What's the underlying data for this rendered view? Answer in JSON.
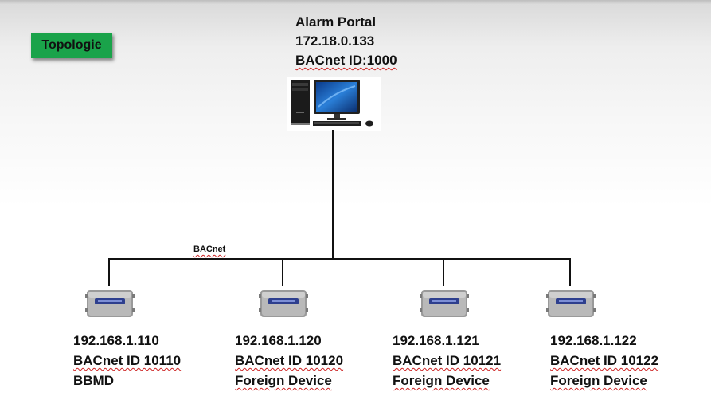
{
  "badge": {
    "label": "Topologie",
    "color": "#1aa34a"
  },
  "portal": {
    "name": "Alarm Portal",
    "ip": "172.18.0.133",
    "bacnet_id": "BACnet ID:1000",
    "icon": "desktop-computer-icon"
  },
  "bus": {
    "label": "BACnet"
  },
  "devices": [
    {
      "ip": "192.168.1.110",
      "bacnet_id": "BACnet ID  10110",
      "role": "BBMD",
      "icon": "controller-device-icon"
    },
    {
      "ip": "192.168.1.120",
      "bacnet_id": "BACnet ID  10120",
      "role": "Foreign Device",
      "icon": "controller-device-icon"
    },
    {
      "ip": "192.168.1.121",
      "bacnet_id": "BACnet ID  10121",
      "role": "Foreign Device",
      "icon": "controller-device-icon"
    },
    {
      "ip": "192.168.1.122",
      "bacnet_id": "BACnet ID  10122",
      "role": "Foreign Device",
      "icon": "controller-device-icon"
    }
  ]
}
